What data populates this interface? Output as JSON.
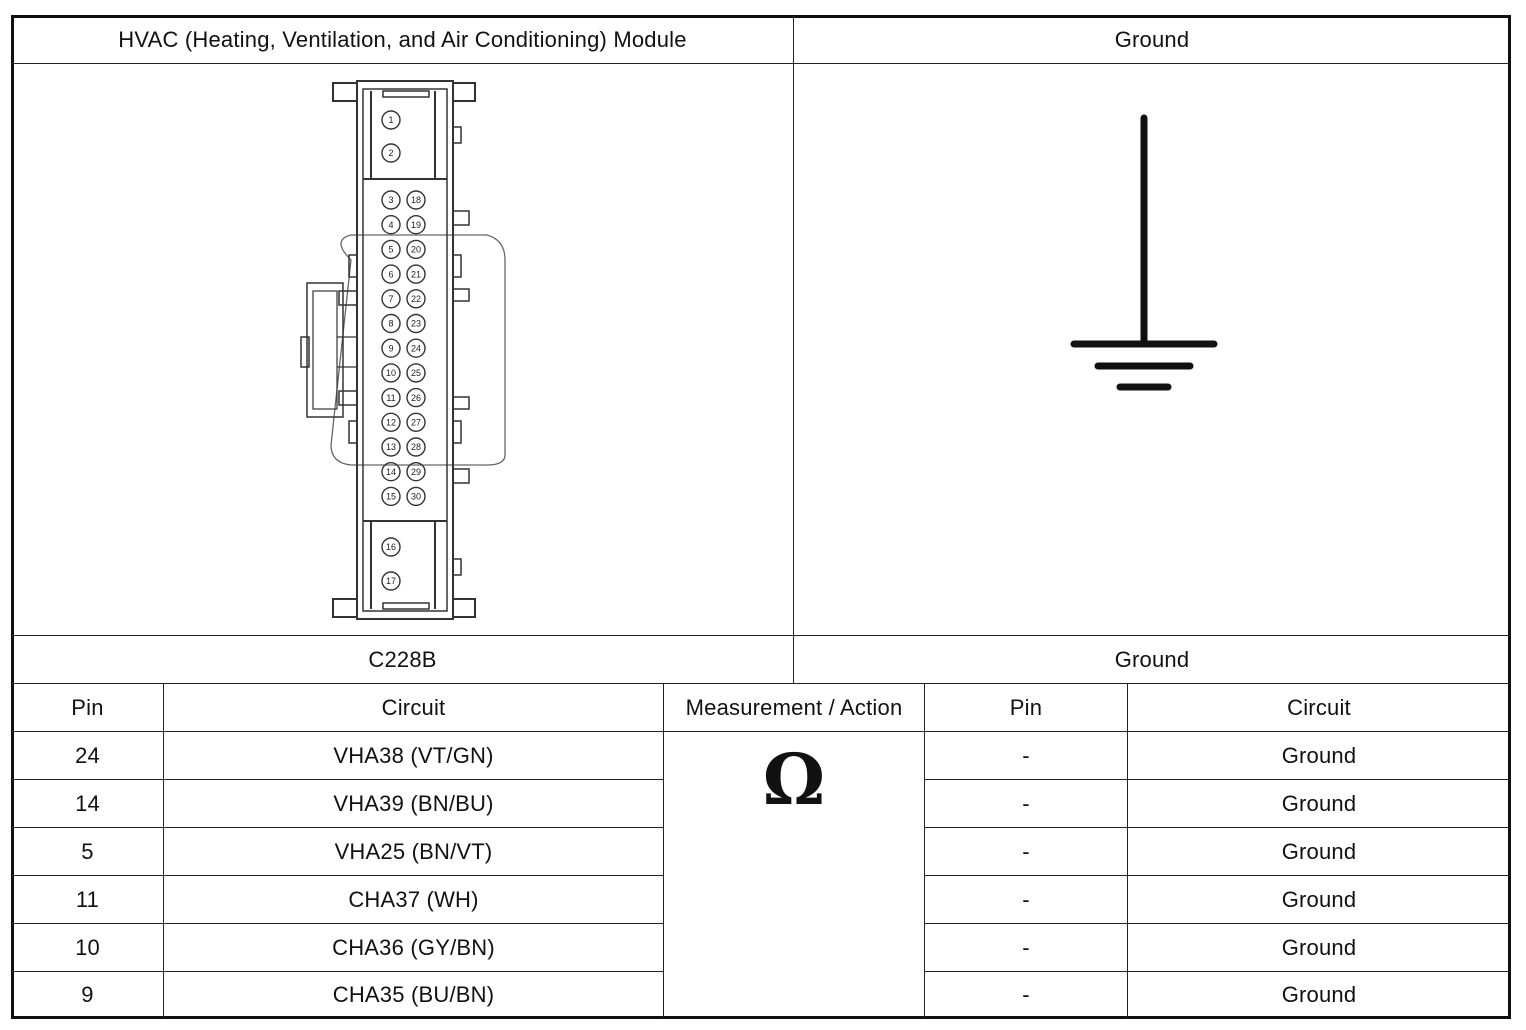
{
  "header": {
    "left_title": "HVAC (Heating, Ventilation, and Air Conditioning) Module",
    "right_title": "Ground"
  },
  "connector": {
    "name": "C228B",
    "pin_labels": [
      "1",
      "2",
      "3",
      "4",
      "5",
      "6",
      "7",
      "8",
      "9",
      "10",
      "11",
      "12",
      "13",
      "14",
      "15",
      "16",
      "17",
      "18",
      "19",
      "20",
      "21",
      "22",
      "23",
      "24",
      "25",
      "26",
      "27",
      "28",
      "29",
      "30"
    ]
  },
  "ground_label": "Ground",
  "table": {
    "columns": [
      "Pin",
      "Circuit",
      "Measurement / Action",
      "Pin",
      "Circuit"
    ],
    "measurement_symbol": "Ω",
    "rows": [
      {
        "pin": "24",
        "circuit": "VHA38 (VT/GN)",
        "pin2": "-",
        "circuit2": "Ground"
      },
      {
        "pin": "14",
        "circuit": "VHA39 (BN/BU)",
        "pin2": "-",
        "circuit2": "Ground"
      },
      {
        "pin": "5",
        "circuit": "VHA25 (BN/VT)",
        "pin2": "-",
        "circuit2": "Ground"
      },
      {
        "pin": "11",
        "circuit": "CHA37 (WH)",
        "pin2": "-",
        "circuit2": "Ground"
      },
      {
        "pin": "10",
        "circuit": "CHA36 (GY/BN)",
        "pin2": "-",
        "circuit2": "Ground"
      },
      {
        "pin": "9",
        "circuit": "CHA35 (BU/BN)",
        "pin2": "-",
        "circuit2": "Ground"
      }
    ]
  }
}
